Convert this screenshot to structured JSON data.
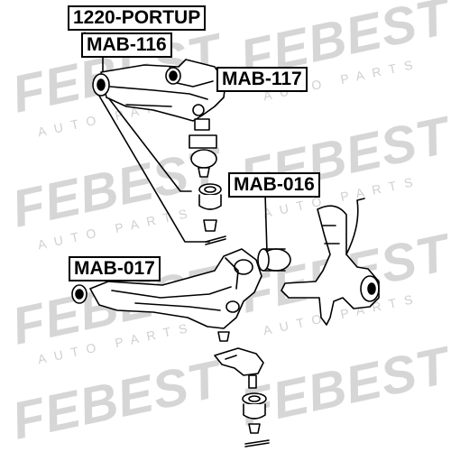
{
  "watermark": {
    "brand": "FEBEST",
    "sub": "AUTO PARTS"
  },
  "labels": {
    "assembly": "1220-PORTUP",
    "upper_arm_bushing": "MAB-116",
    "upper_arm_bushing_rear": "MAB-117",
    "knuckle_bushing": "MAB-016",
    "lower_arm_bushing": "MAB-017"
  }
}
